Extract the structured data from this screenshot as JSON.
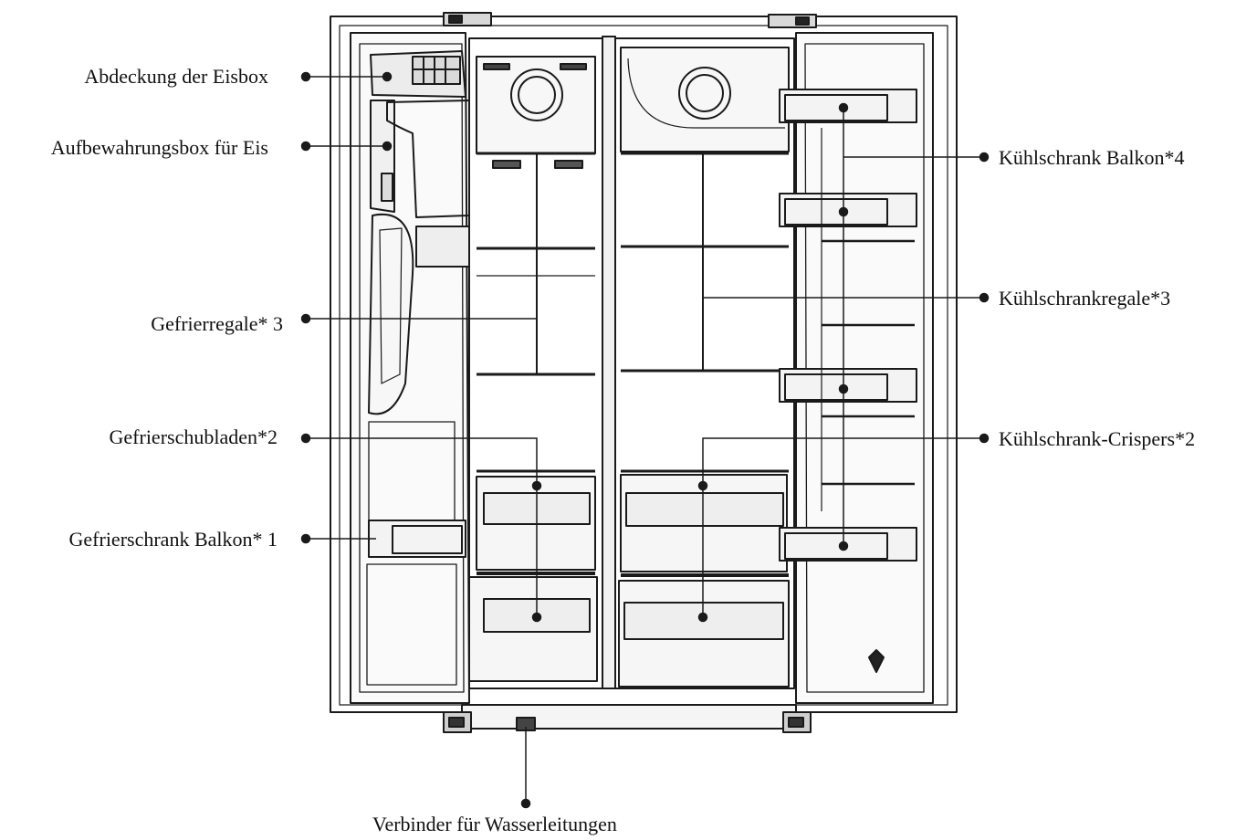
{
  "labels": {
    "ice_box_cover": "Abdeckung der Eisbox",
    "ice_storage_box": "Aufbewahrungsbox für Eis",
    "freezer_shelves": "Gefrierregale* 3",
    "freezer_drawers": "Gefrierschubladen*2",
    "freezer_balcony": "Gefrierschrank Balkon* 1",
    "fridge_balcony": "Kühlschrank Balkon*4",
    "fridge_shelves": "Kühlschrankregale*3",
    "fridge_crispers": "Kühlschrank-Crispers*2",
    "water_connector": "Verbinder für Wasserleitungen"
  },
  "colors": {
    "line": "#1a1a1a",
    "panel": "#f4f4f4",
    "panel_dark": "#e6e6e6"
  }
}
